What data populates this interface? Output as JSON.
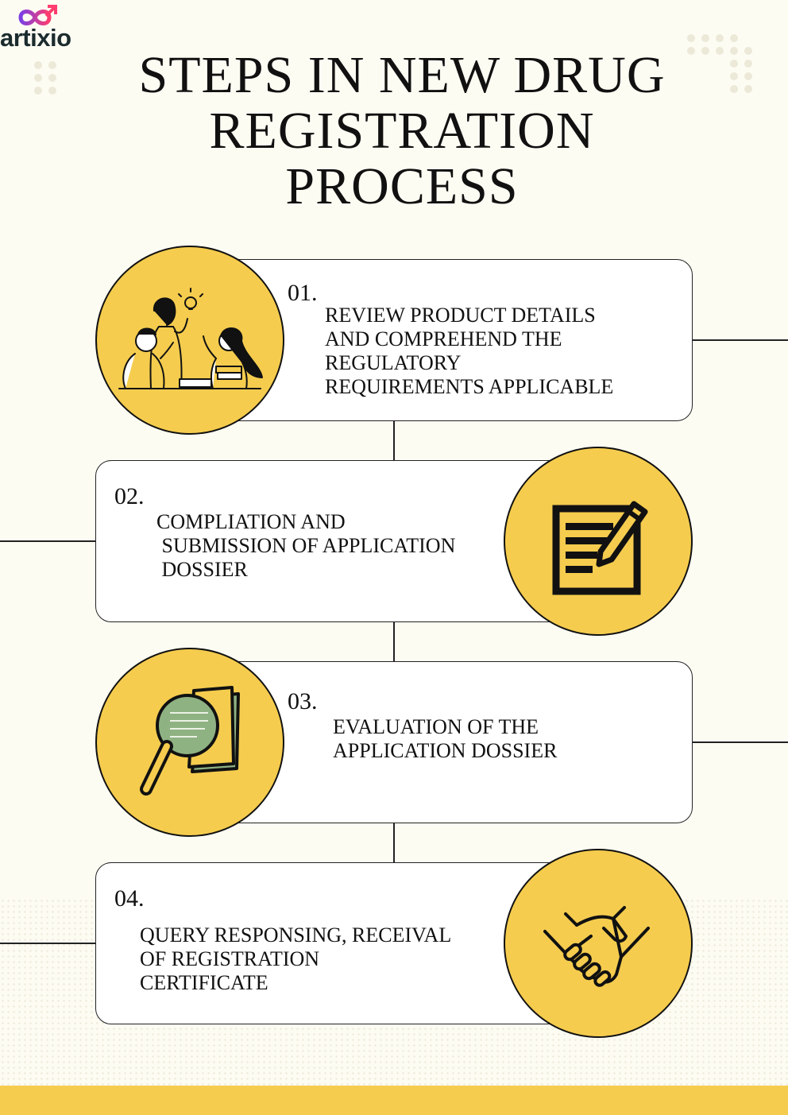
{
  "brand": {
    "name": "artixio"
  },
  "title": {
    "line1": "STEPS IN NEW DRUG",
    "line2": "REGISTRATION",
    "line3": "PROCESS"
  },
  "colors": {
    "accent": "#f5cc4e",
    "background": "#fdfcf3",
    "card": "#ffffff",
    "ink": "#111111",
    "magnifier_lens": "#8fb283"
  },
  "steps": [
    {
      "number": "01.",
      "text": "REVIEW PRODUCT DETAILS\nAND COMPREHEND THE\nREGULATORY\nREQUIREMENTS APPLICABLE",
      "icon": "team-discussion-icon"
    },
    {
      "number": "02.",
      "text": "COMPLIATION AND\n SUBMISSION OF APPLICATION\n DOSSIER",
      "icon": "document-edit-icon"
    },
    {
      "number": "03.",
      "text": "EVALUATION OF THE\nAPPLICATION DOSSIER",
      "icon": "magnifier-document-icon"
    },
    {
      "number": "04.",
      "text": "QUERY RESPONSING, RECEIVAL\nOF REGISTRATION\nCERTIFICATE",
      "icon": "handshake-icon"
    }
  ]
}
